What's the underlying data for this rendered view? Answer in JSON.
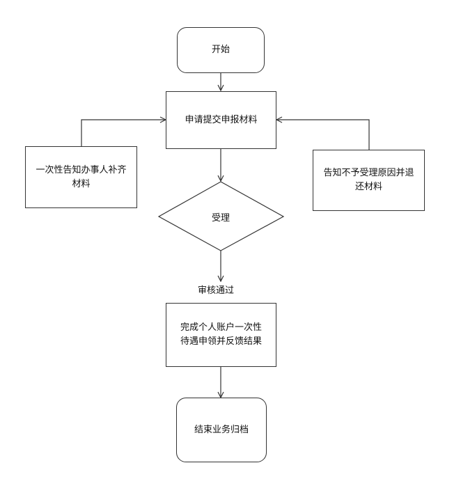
{
  "nodes": {
    "start": "开始",
    "submit": "申请提交申报材料",
    "notify_left_line1": "一次性告知办事人补齐",
    "notify_left_line2": "材料",
    "notify_right_line1": "告知不予受理原因并退",
    "notify_right_line2": "还材料",
    "accept": "受理",
    "approved": "审核通过",
    "complete_line1": "完成个人账户一次性",
    "complete_line2": "待遇申领并反馈结果",
    "end": "结束业务归档"
  },
  "colors": {
    "stroke": "#333333",
    "fill": "#ffffff"
  }
}
